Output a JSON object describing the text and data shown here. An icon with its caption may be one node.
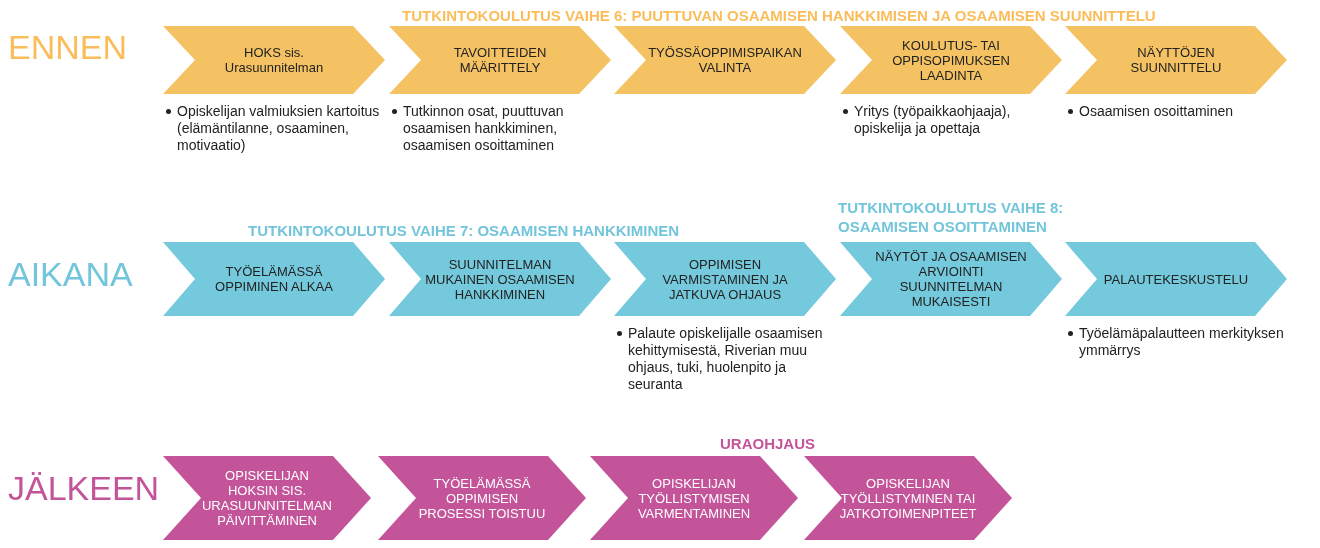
{
  "diagram": {
    "nodes": [
      {
        "text": [
          "HOKS sis. Urasuunnitelman"
        ],
        "beside": [
          "Opiskelijan valmiuksien kartoitus (elämäntilanne, osaaminen, motivaatio)"
        ]
      },
      {
        "text": [
          "TAVOITTEIDEN MÄÄRITTELY"
        ],
        "beside": [
          "Tutkinnon osat, puuttuvan osaamisen hankkiminen, osaamisen osoittaminen"
        ]
      },
      {
        "text": [
          "TYÖSSÄOPPIMISPAIKAN VALINTA"
        ]
      },
      {
        "text": [
          "KOULUTUS- TAI OPPISOPIMUKSEN LAADINTA"
        ],
        "beside": [
          "Yritys (työpaikkaohjaaja), opiskelija ja opettaja"
        ]
      },
      {
        "text": [
          "NÄYTTÖJEN SUUNNITTELU"
        ],
        "beside": [
          "Osaamisen osoittaminen"
        ]
      },
      {
        "text": [
          "TYÖELÄMÄSSÄ OPPIMINEN ALKAA"
        ]
      },
      {
        "text": [
          "SUUNNITELMAN MUKAINEN OSAAMISEN HANKKIMINEN"
        ]
      },
      {
        "text": [
          "OPPIMISEN VARMISTAMINEN JA JATKUVA OHJAUS"
        ],
        "beside": [
          "Palaute opiskelijalle osaamisen kehittymisestä, Riverian muu ohjaus, tuki, huolenpito ja seuranta"
        ]
      },
      {
        "text": [
          "NÄYTÖT JA OSAAMISEN ARVIOINTI SUUNNITELMAN MUKAISESTI"
        ]
      },
      {
        "text": [
          "PALAUTEKESKUSTELU"
        ],
        "beside": [
          "Työelämäpalautteen merkityksen ymmärrys"
        ]
      },
      {
        "text": [
          "OPISKELIJAN HOKSIN SIS. URASUUNNITELMAN PÄIVITTÄMINEN"
        ]
      },
      {
        "text": [
          "TYÖELÄMÄSSÄ OPPIMISEN PROSESSI TOISTUU"
        ]
      },
      {
        "text": [
          "OPISKELIJAN TYÖLLISTYMISEN VARMENTAMINEN"
        ]
      },
      {
        "text": [
          "OPISKELIJAN TYÖLLISTYMINEN TAI JATKOTOIMENPITEET"
        ]
      }
    ],
    "labels": [
      "TUTKINTOKOULUTUS VAIHE 6: PUUTTUVAN OSAAMISEN HANKKIMISEN JA OSAAMISEN SUUNNITTELU",
      "ENNEN",
      "TUTKINTOKOULUTUS VAIHE 8: OSAAMISEN OSOITTAMINEN",
      "TUTKINTOKOULUTUS VAIHE 7: OSAAMISEN HANKKIMINEN",
      "AIKANA",
      "URAOHJAUS",
      "JÄLKEEN"
    ]
  }
}
